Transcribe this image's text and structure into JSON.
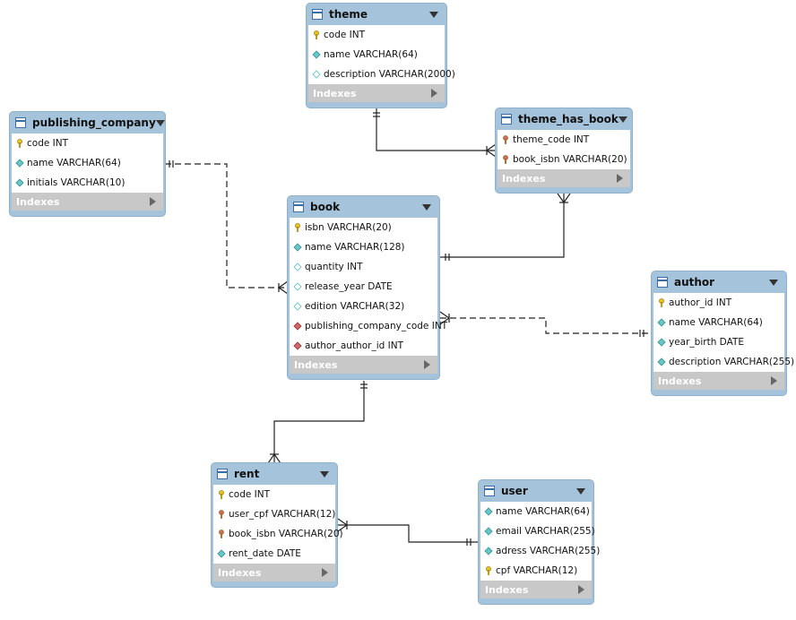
{
  "tables": {
    "theme": {
      "name": "theme",
      "columns": [
        {
          "text": "code INT",
          "icon": "primary-key-icon"
        },
        {
          "text": "name VARCHAR(64)",
          "icon": "column-icon"
        },
        {
          "text": "description VARCHAR(2000)",
          "icon": "nullable-column-icon"
        }
      ],
      "indexes_label": "Indexes"
    },
    "publishing_company": {
      "name": "publishing_company",
      "columns": [
        {
          "text": "code INT",
          "icon": "primary-key-icon"
        },
        {
          "text": "name VARCHAR(64)",
          "icon": "column-icon"
        },
        {
          "text": "initials VARCHAR(10)",
          "icon": "column-icon"
        }
      ],
      "indexes_label": "Indexes"
    },
    "theme_has_book": {
      "name": "theme_has_book",
      "columns": [
        {
          "text": "theme_code INT",
          "icon": "foreign-primary-key-icon"
        },
        {
          "text": "book_isbn VARCHAR(20)",
          "icon": "foreign-primary-key-icon"
        }
      ],
      "indexes_label": "Indexes"
    },
    "book": {
      "name": "book",
      "columns": [
        {
          "text": "isbn VARCHAR(20)",
          "icon": "primary-key-icon"
        },
        {
          "text": "name VARCHAR(128)",
          "icon": "column-icon"
        },
        {
          "text": "quantity INT",
          "icon": "nullable-column-icon"
        },
        {
          "text": "release_year DATE",
          "icon": "nullable-column-icon"
        },
        {
          "text": "edition VARCHAR(32)",
          "icon": "nullable-column-icon"
        },
        {
          "text": "publishing_company_code INT",
          "icon": "foreign-key-icon"
        },
        {
          "text": "author_author_id INT",
          "icon": "foreign-key-icon"
        }
      ],
      "indexes_label": "Indexes"
    },
    "author": {
      "name": "author",
      "columns": [
        {
          "text": "author_id INT",
          "icon": "primary-key-icon"
        },
        {
          "text": "name VARCHAR(64)",
          "icon": "column-icon"
        },
        {
          "text": "year_birth DATE",
          "icon": "column-icon"
        },
        {
          "text": "description VARCHAR(255)",
          "icon": "column-icon"
        }
      ],
      "indexes_label": "Indexes"
    },
    "rent": {
      "name": "rent",
      "columns": [
        {
          "text": "code INT",
          "icon": "primary-key-icon"
        },
        {
          "text": "user_cpf VARCHAR(12)",
          "icon": "foreign-primary-key-icon"
        },
        {
          "text": "book_isbn VARCHAR(20)",
          "icon": "foreign-primary-key-icon"
        },
        {
          "text": "rent_date DATE",
          "icon": "column-icon"
        }
      ],
      "indexes_label": "Indexes"
    },
    "user": {
      "name": "user",
      "columns": [
        {
          "text": "name VARCHAR(64)",
          "icon": "column-icon"
        },
        {
          "text": "email VARCHAR(255)",
          "icon": "column-icon"
        },
        {
          "text": "adress VARCHAR(255)",
          "icon": "column-icon"
        },
        {
          "text": "cpf VARCHAR(12)",
          "icon": "primary-key-icon"
        }
      ],
      "indexes_label": "Indexes"
    }
  },
  "relationships": [
    {
      "from": "theme",
      "to": "theme_has_book",
      "identifying": true,
      "from_cardinality": "one",
      "to_cardinality": "many"
    },
    {
      "from": "book",
      "to": "theme_has_book",
      "identifying": true,
      "from_cardinality": "one",
      "to_cardinality": "many"
    },
    {
      "from": "publishing_company",
      "to": "book",
      "identifying": false,
      "from_cardinality": "one",
      "to_cardinality": "many"
    },
    {
      "from": "author",
      "to": "book",
      "identifying": false,
      "from_cardinality": "one",
      "to_cardinality": "many"
    },
    {
      "from": "book",
      "to": "rent",
      "identifying": true,
      "from_cardinality": "one",
      "to_cardinality": "many"
    },
    {
      "from": "user",
      "to": "rent",
      "identifying": true,
      "from_cardinality": "one",
      "to_cardinality": "many"
    }
  ],
  "colors": {
    "header": "#a6c3dc",
    "indexes_bar": "#c8c8c8",
    "primary_key": "#e8c521",
    "column": "#6ac7c8",
    "foreign_key": "#d06a6a",
    "line": "#222222"
  }
}
